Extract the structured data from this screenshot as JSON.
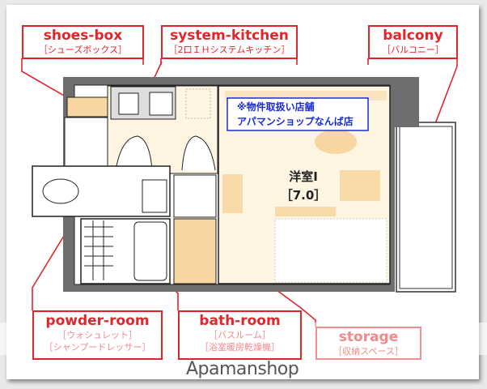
{
  "labels": {
    "shoes_box": {
      "title": "shoes-box",
      "sub": "［シューズボックス］"
    },
    "system_kitchen": {
      "title": "system-kitchen",
      "sub": "［2口ＩＨシステムキッチン］"
    },
    "balcony": {
      "title": "balcony",
      "sub": "［バルコニー］"
    },
    "powder_room": {
      "title": "powder-room",
      "sub1": "［ウォシュレット］",
      "sub2": "［シャンプードレッサー］"
    },
    "bath_room": {
      "title": "bath-room",
      "sub1": "［バスルーム］",
      "sub2": "［浴室暖房乾燥機］"
    },
    "storage": {
      "title": "storage",
      "sub": "［収納スペース］"
    }
  },
  "plan": {
    "notice_line1": "※物件取扱い店舗",
    "notice_line2": "アパマンショップなんば店",
    "room_name": "洋室Ⅰ",
    "room_size": "［7.0］"
  },
  "watermark": "Apamanshop",
  "colors": {
    "label_red": "#e0262b",
    "notice_blue": "#1a2bd6",
    "floor": "#fdf5e2",
    "storage": "#f7d6a2",
    "wall": "#6e6e6e"
  }
}
